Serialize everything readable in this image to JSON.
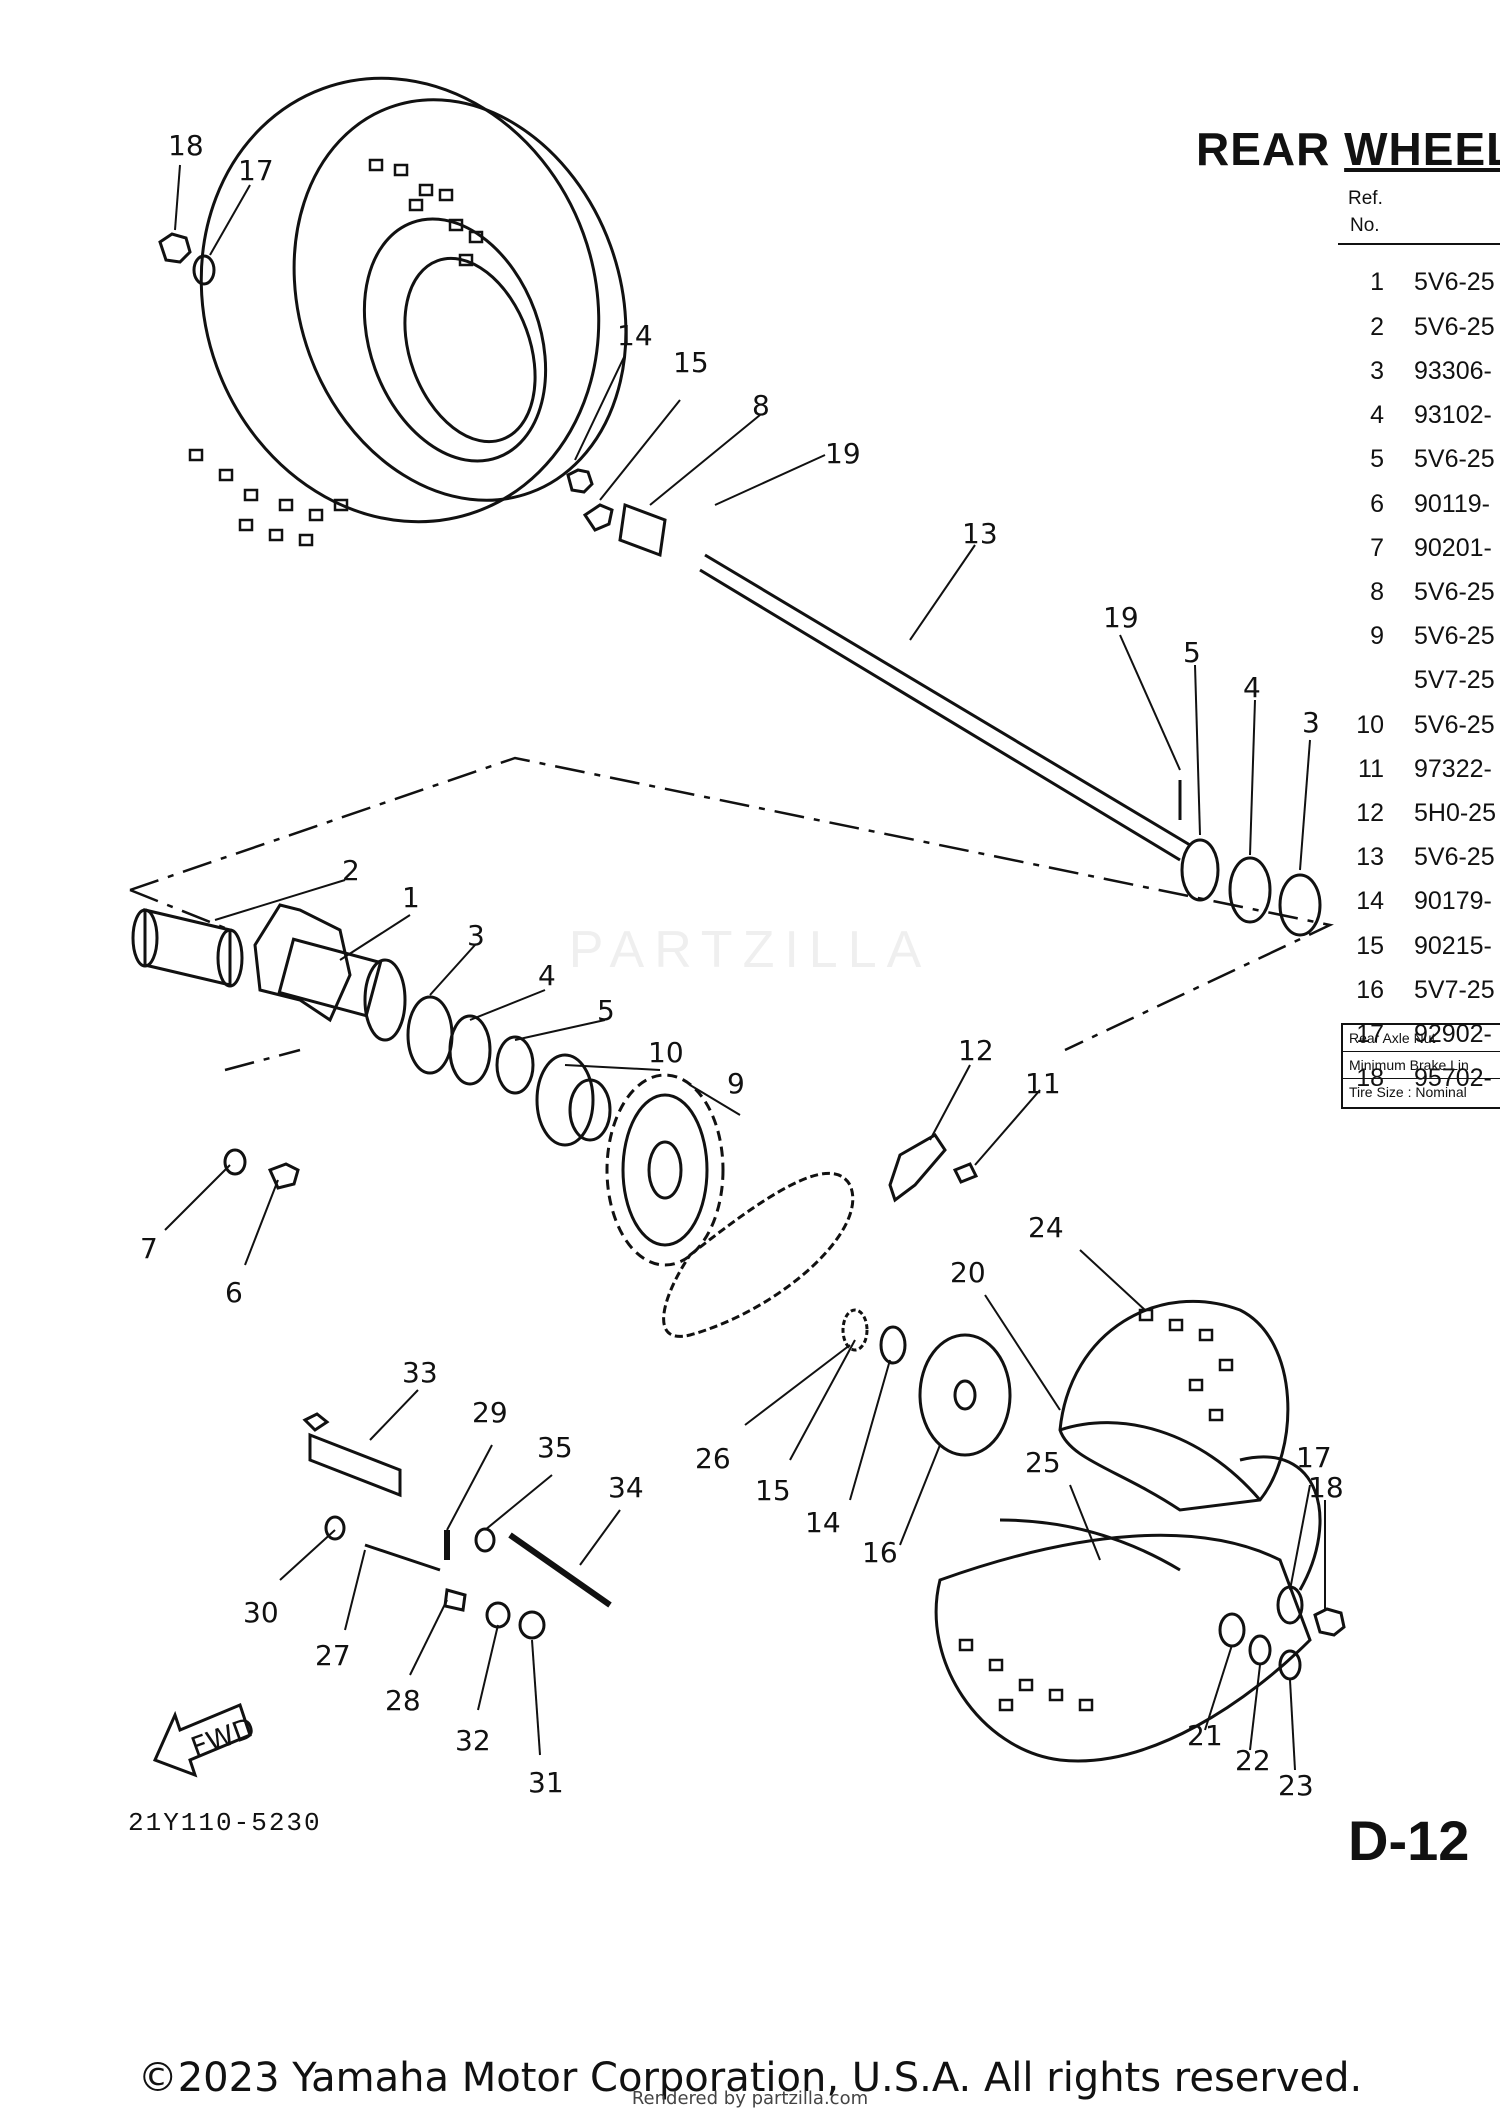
{
  "title": {
    "prefix": "REAR",
    "underlined": "WHEEL"
  },
  "table_header": {
    "ref": "Ref.",
    "no": "No."
  },
  "parts": [
    {
      "ref": "1",
      "part": "5V6-25"
    },
    {
      "ref": "2",
      "part": "5V6-25"
    },
    {
      "ref": "3",
      "part": "93306-"
    },
    {
      "ref": "4",
      "part": "93102-"
    },
    {
      "ref": "5",
      "part": "5V6-25"
    },
    {
      "ref": "6",
      "part": "90119-"
    },
    {
      "ref": "7",
      "part": "90201-"
    },
    {
      "ref": "8",
      "part": "5V6-25"
    },
    {
      "ref": "9",
      "part": "5V6-25"
    },
    {
      "ref": "",
      "part": "5V7-25"
    },
    {
      "ref": "10",
      "part": "5V6-25"
    },
    {
      "ref": "11",
      "part": "97322-"
    },
    {
      "ref": "12",
      "part": "5H0-25"
    },
    {
      "ref": "13",
      "part": "5V6-25"
    },
    {
      "ref": "14",
      "part": "90179-"
    },
    {
      "ref": "15",
      "part": "90215-"
    },
    {
      "ref": "16",
      "part": "5V7-25"
    },
    {
      "ref": "17",
      "part": "92902-"
    },
    {
      "ref": "18",
      "part": "95702-"
    }
  ],
  "specs": [
    "Rear Axle Nut",
    "Minimum Brake Lin",
    "Tire Size : Nominal"
  ],
  "callouts": [
    "18",
    "17",
    "14",
    "15",
    "8",
    "19",
    "13",
    "19",
    "5",
    "4",
    "3",
    "2",
    "1",
    "3",
    "4",
    "5",
    "10",
    "9",
    "12",
    "11",
    "7",
    "6",
    "24",
    "20",
    "33",
    "29",
    "35",
    "34",
    "26",
    "15",
    "14",
    "16",
    "25",
    "17",
    "18",
    "30",
    "27",
    "28",
    "32",
    "31",
    "21",
    "22",
    "23"
  ],
  "fwd_label": "FWD",
  "drawing_code": "21Y110-5230",
  "page_code": "D-12",
  "watermark": "PARTZILLA",
  "copyright": "©2023 Yamaha Motor Corporation, U.S.A. All rights reserved.",
  "rendered_by": "Rendered by partzilla.com"
}
